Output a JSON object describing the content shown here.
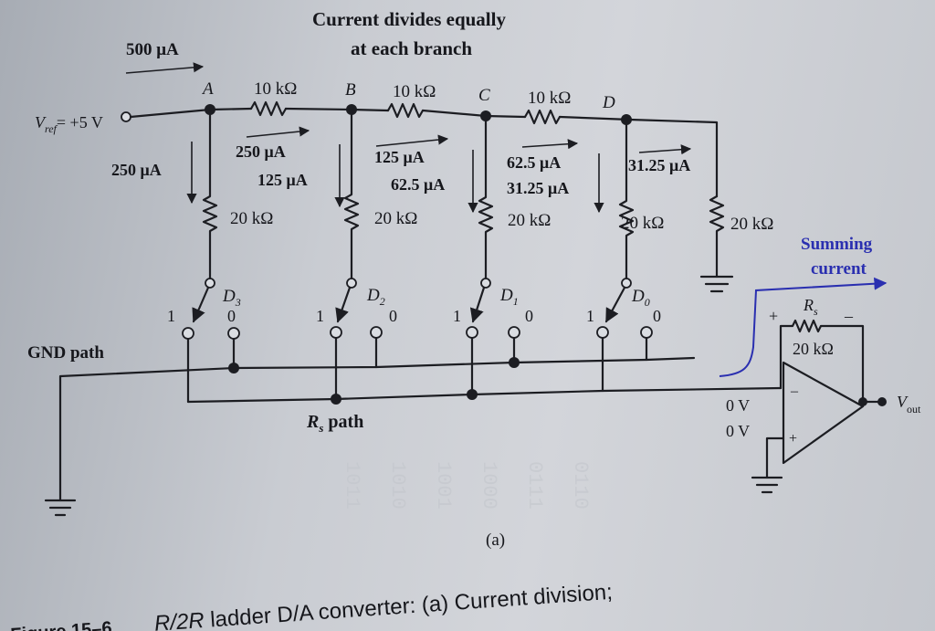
{
  "title": {
    "line1": "Current divides equally",
    "line2": "at each branch"
  },
  "source": {
    "vref": "V",
    "vref_sub": "ref",
    "vref_value": "= +5 V",
    "total_current": "500 μA"
  },
  "nodes": {
    "a": "A",
    "b": "B",
    "c": "C",
    "d": "D"
  },
  "series_resistors": {
    "ab": "10 kΩ",
    "bc": "10 kΩ",
    "cd": "10 kΩ"
  },
  "shunt_resistors": {
    "a": "20 kΩ",
    "b": "20 kΩ",
    "c": "20 kΩ",
    "d": "20 kΩ",
    "term": "20 kΩ"
  },
  "currents": {
    "a_down": "250 μA",
    "ab_top": "250 μA",
    "ab_bot": "125 μA",
    "bc_top": "125 μA",
    "bc_bot": "62.5 μA",
    "cd_top": "62.5 μA",
    "cd_bot": "31.25 μA",
    "d_term": "31.25 μA"
  },
  "switches": [
    {
      "name": "D",
      "sub": "3",
      "one": "1",
      "zero": "0"
    },
    {
      "name": "D",
      "sub": "2",
      "one": "1",
      "zero": "0"
    },
    {
      "name": "D",
      "sub": "1",
      "one": "1",
      "zero": "0"
    },
    {
      "name": "D",
      "sub": "0",
      "one": "1",
      "zero": "0"
    }
  ],
  "paths": {
    "gnd": "GND path",
    "rs": "R",
    "rs_sub": "s",
    "rs_suffix": " path"
  },
  "summing": {
    "line1": "Summing",
    "line2": "current"
  },
  "feedback": {
    "name": "R",
    "sub": "s",
    "value": "20 kΩ",
    "plus": "+",
    "minus": "–"
  },
  "opamp": {
    "inv_v": "0 V",
    "noninv_v": "0 V",
    "inv_sign": "–",
    "noninv_sign": "+",
    "out": "V",
    "out_sub": "out"
  },
  "subfig": "(a)",
  "caption": {
    "figno": "Figure 15–6",
    "text_italic": "R/2R",
    "text": " ladder D/A converter: (a) Current division;"
  },
  "colors": {
    "accent_blue": "#2a2fb0",
    "ink": "#1c1d22"
  }
}
